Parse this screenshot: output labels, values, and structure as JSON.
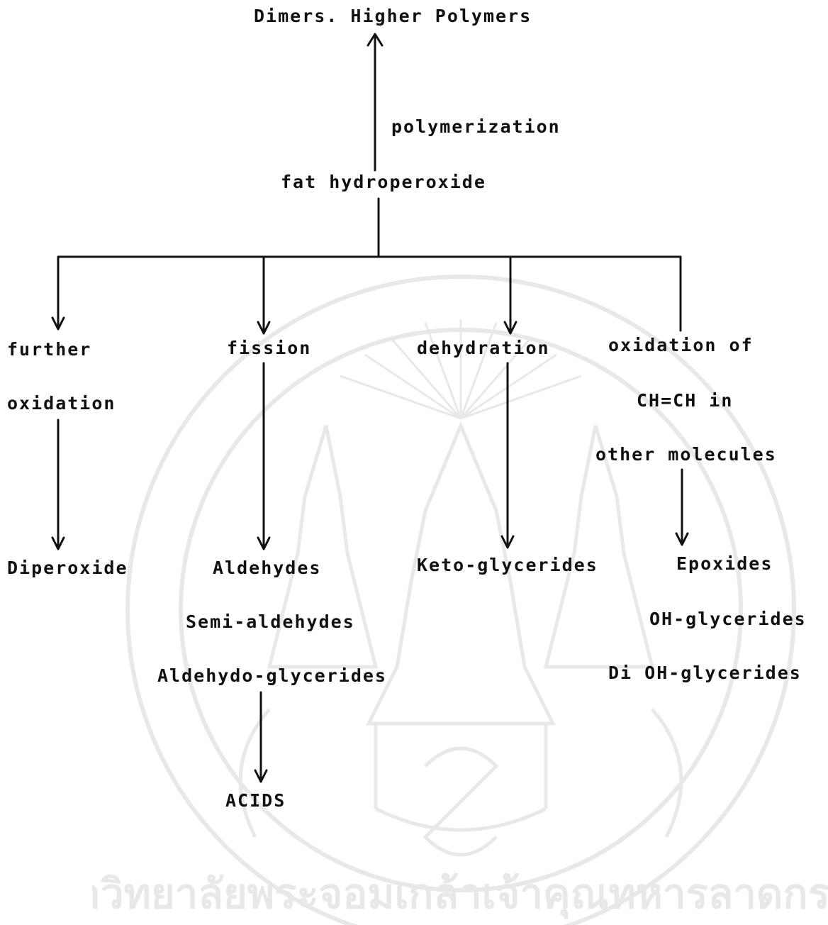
{
  "colors": {
    "ink": "#111111",
    "watermark": "#9a9a9a",
    "background": "#ffffff"
  },
  "top": {
    "polymers": "Dimers. Higher Polymers",
    "polymerization": "polymerization",
    "hydroperoxide": "fat hydroperoxide"
  },
  "branches": {
    "further_oxidation": {
      "line1": "further",
      "line2": "oxidation",
      "product": "Diperoxide"
    },
    "fission": {
      "label": "fission",
      "products": [
        "Aldehydes",
        "Semi-aldehydes",
        "Aldehydo-glycerides"
      ],
      "final": "ACIDS"
    },
    "dehydration": {
      "label": "dehydration",
      "product": "Keto-glycerides"
    },
    "oxidation_chch": {
      "line1": "oxidation of",
      "line2": "CH=CH in",
      "line3": "other molecules",
      "products": [
        "Epoxides",
        "OH-glycerides",
        "Di OH-glycerides"
      ]
    }
  },
  "watermark": {
    "icon": "university-seal-watermark",
    "arc_text": "มหาวิทยาลัยพระจอมเกล้าเจ้าคุณทหารลาดกระบัง"
  }
}
